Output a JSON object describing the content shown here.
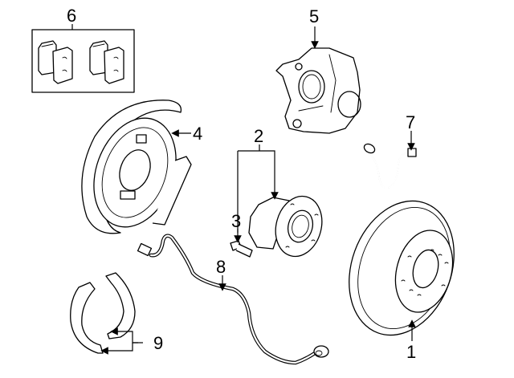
{
  "diagram": {
    "title": "Rear brake assembly exploded view",
    "colors": {
      "line": "#000000",
      "background": "#ffffff"
    },
    "callouts": [
      {
        "id": "1",
        "label": "1",
        "part": "brake-rotor"
      },
      {
        "id": "2",
        "label": "2",
        "part": "hub-and-bearing"
      },
      {
        "id": "3",
        "label": "3",
        "part": "wheel-stud"
      },
      {
        "id": "4",
        "label": "4",
        "part": "backing-plate"
      },
      {
        "id": "5",
        "label": "5",
        "part": "knuckle"
      },
      {
        "id": "6",
        "label": "6",
        "part": "brake-pads"
      },
      {
        "id": "7",
        "label": "7",
        "part": "brake-hose"
      },
      {
        "id": "8",
        "label": "8",
        "part": "abs-sensor"
      },
      {
        "id": "9",
        "label": "9",
        "part": "parking-brake-shoes"
      }
    ]
  }
}
